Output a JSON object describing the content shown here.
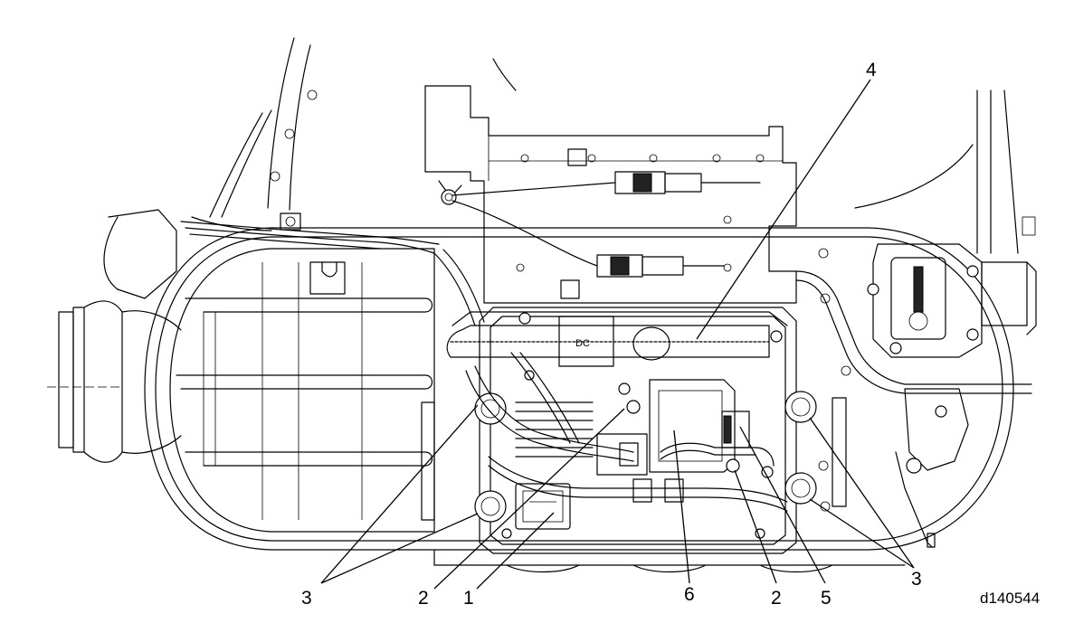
{
  "diagram": {
    "figure_id": "d140544",
    "callouts": {
      "c1": "1",
      "c2a": "2",
      "c2b": "2",
      "c3a": "3",
      "c3b": "3",
      "c4": "4",
      "c5": "5",
      "c6": "6"
    },
    "housing_label": "DC"
  }
}
